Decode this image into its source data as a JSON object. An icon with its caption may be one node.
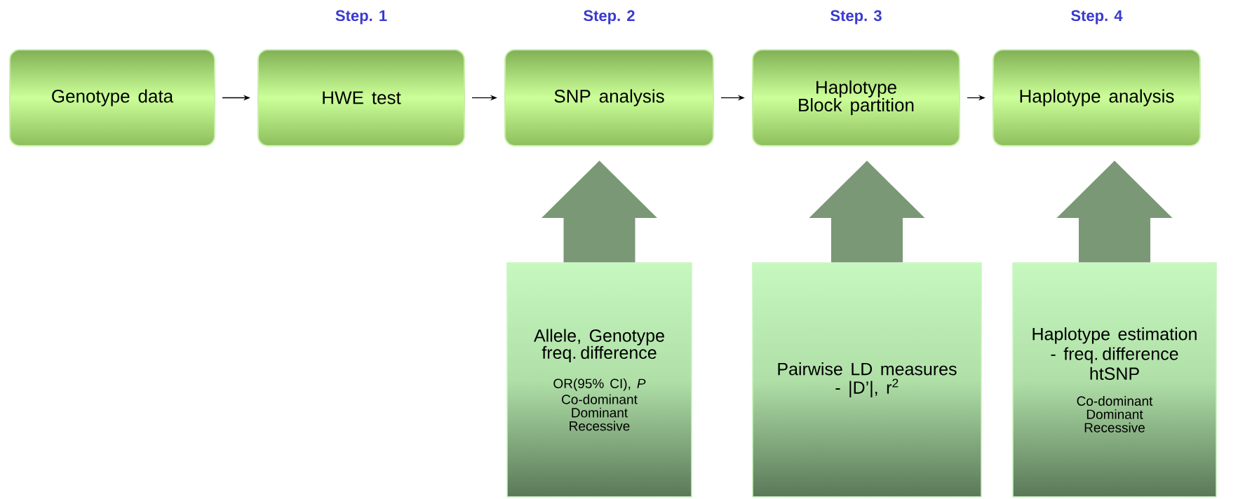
{
  "diagram": {
    "nodes": [
      {
        "text": [
          "Genotype data"
        ]
      },
      {
        "text": [
          "HWE test"
        ],
        "beside": [
          "Step. 1"
        ]
      },
      {
        "text": [
          "SNP analysis"
        ],
        "beside": [
          "Step. 2"
        ]
      },
      {
        "text": [
          "Haplotype Block partition"
        ],
        "beside": [
          "Step. 3"
        ]
      },
      {
        "text": [
          "Haplotype analysis"
        ],
        "beside": [
          "Step. 4"
        ]
      },
      {
        "text": [
          "Allele, Genotype freq. difference",
          "OR(95% CI), *P*",
          "Co-dominant",
          "Dominant",
          "Recessive"
        ]
      },
      {
        "text": [
          "Pairwise LD measures",
          "- |D’|, r$^{2}$"
        ]
      },
      {
        "text": [
          "Haplotype estimation",
          "- freq. difference",
          "htSNP",
          "Co-dominant",
          "Dominant",
          "Recessive"
        ]
      }
    ],
    "edges": [
      {
        "from": 0,
        "to": 1,
        "arrow": "to"
      },
      {
        "from": 1,
        "to": 2,
        "arrow": "to"
      },
      {
        "from": 2,
        "to": 3,
        "arrow": "to"
      },
      {
        "from": 3,
        "to": 4,
        "arrow": "to"
      },
      {
        "from": 5,
        "to": 2,
        "arrow": "to",
        "style": "thick",
        "color": "#7a9876"
      },
      {
        "from": 6,
        "to": 3,
        "arrow": "to",
        "style": "thick",
        "color": "#7a9876"
      },
      {
        "from": 7,
        "to": 4,
        "arrow": "to",
        "style": "thick",
        "color": "#7a9876"
      }
    ]
  }
}
